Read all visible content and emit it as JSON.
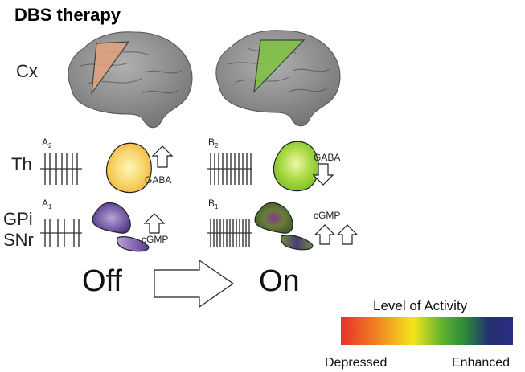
{
  "title": "DBS therapy",
  "rows": {
    "cortex": "Cx",
    "thalamus": "Th",
    "gpi": "GPi",
    "snr": "SNr"
  },
  "panels": {
    "a2": {
      "letter": "A",
      "sub": "2"
    },
    "a1": {
      "letter": "A",
      "sub": "1"
    },
    "b2": {
      "letter": "B",
      "sub": "2"
    },
    "b1": {
      "letter": "B",
      "sub": "1"
    }
  },
  "markers": {
    "gaba_off": "GABA",
    "gaba_on": "GABA",
    "cgmp_off": "cGMP",
    "cgmp_on": "cGMP"
  },
  "states": {
    "off": "Off",
    "on": "On"
  },
  "legend": {
    "title": "Level of Activity",
    "low": "Depressed",
    "high": "Enhanced",
    "gradient": [
      "#e8302a",
      "#f07f22",
      "#f4e51c",
      "#66b52f",
      "#2c8a3a",
      "#22306f",
      "#2c2d82"
    ]
  },
  "colors": {
    "brain": "#8c8c8c",
    "cortex_off": "#e0a37c",
    "cortex_on": "#7ec440",
    "thalamus_off": "#f2c64d",
    "thalamus_on": "#9ad12e",
    "gpi_off": "#6d4c96",
    "gpi_on": "#5e8038"
  }
}
